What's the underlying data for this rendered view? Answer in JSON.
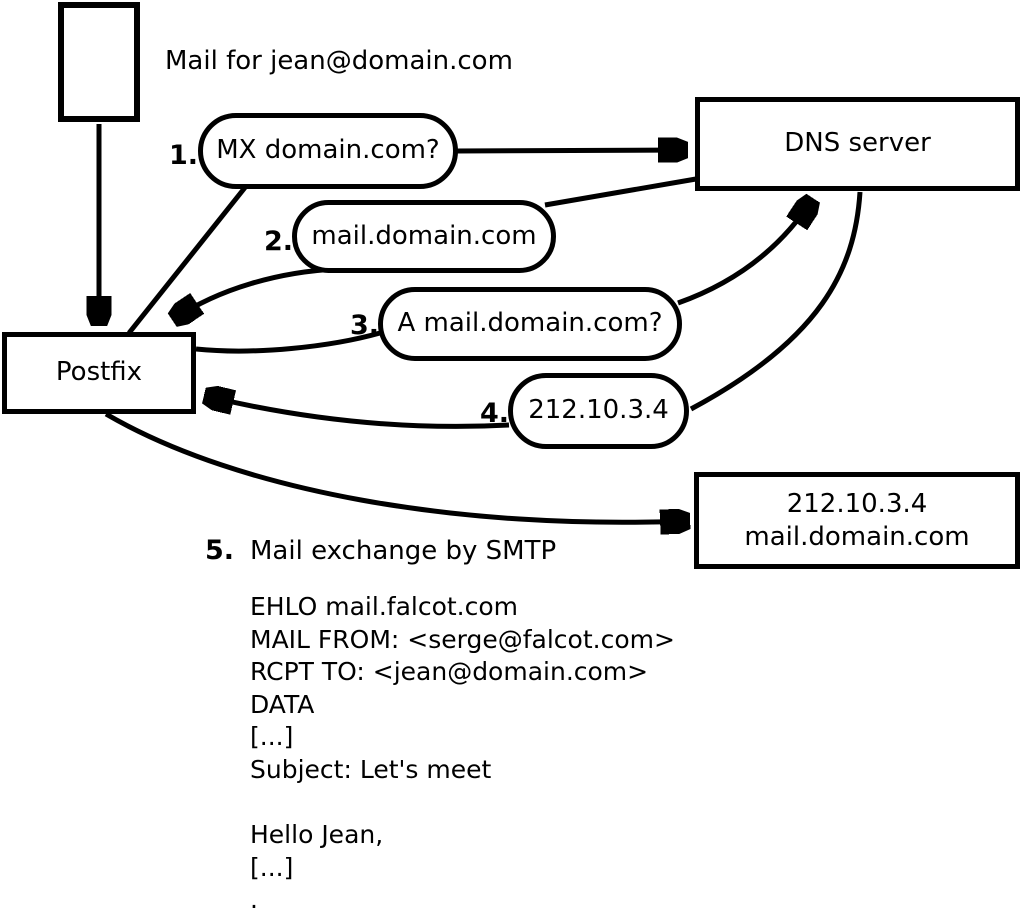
{
  "labels": {
    "mail_for": "Mail for jean@domain.com",
    "step5": "Mail exchange by SMTP"
  },
  "nodes": {
    "postfix": {
      "label": "Postfix"
    },
    "dns_server": {
      "label": "DNS server"
    },
    "mail_server": {
      "line1": "212.10.3.4",
      "line2": "mail.domain.com"
    }
  },
  "steps": [
    {
      "num": "1.",
      "label": "MX domain.com?"
    },
    {
      "num": "2.",
      "label": "mail.domain.com"
    },
    {
      "num": "3.",
      "label": "A mail.domain.com?"
    },
    {
      "num": "4.",
      "label": "212.10.3.4"
    },
    {
      "num": "5."
    }
  ],
  "smtp_session": [
    "EHLO mail.falcot.com",
    "MAIL FROM: <serge@falcot.com>",
    "RCPT TO: <jean@domain.com>",
    "DATA",
    "[...]",
    "Subject: Let's meet",
    "",
    "Hello Jean,",
    "[...]",
    "."
  ],
  "colors": {
    "stroke": "#000000",
    "background": "#ffffff"
  }
}
